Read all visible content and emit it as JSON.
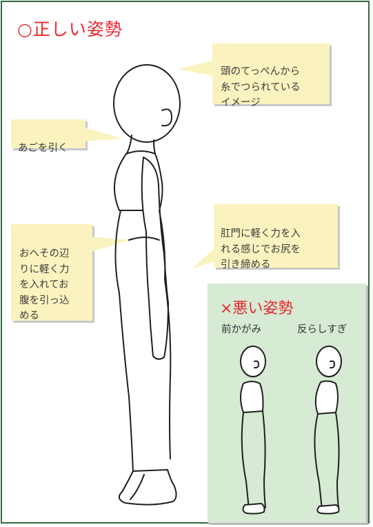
{
  "title": "○正しい姿勢",
  "notes": {
    "head_string": "頭のてっぺんから\n糸でつられている\nイメージ",
    "chin": "あごを引く",
    "navel": "おへその辺\nりに軽く力\nを入れてお\n腹を引っ込\nめる",
    "anus": "肛門に軽く力を入\nれる感じでお尻を\n引き締める"
  },
  "bad_posture": {
    "title": "×悪い姿勢",
    "labels": [
      "前かがみ",
      "反らしすぎ"
    ]
  },
  "colors": {
    "frame": "#2e6b3f",
    "title_red": "#e8282d",
    "note_bg": "#fbf3bf",
    "panel_bg": "#d6ead4"
  }
}
